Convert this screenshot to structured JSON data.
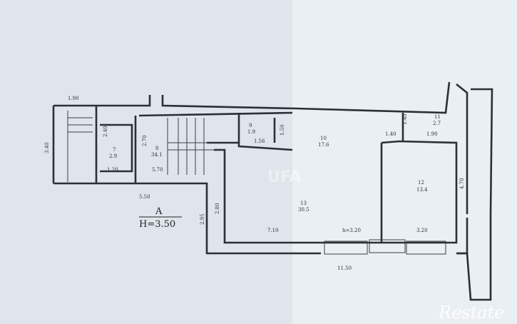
{
  "plan": {
    "section": "A",
    "height": "H=3.50",
    "dims": {
      "d1": "1.90",
      "d2": "3.40",
      "d3": "2.40",
      "d4": "1.20",
      "d5": "2.70",
      "d6": "5.70",
      "d7": "1.50",
      "d8": "1.56",
      "d9": "1.40",
      "d10": "1.40",
      "d11": "1.90",
      "d12": "4.70",
      "d13": "2.80",
      "d14": "2.95",
      "d15": "5.50",
      "d16": "7.10",
      "d17": "h=3.20",
      "d18": "3.20",
      "d19": "11.50"
    },
    "rooms": [
      {
        "num": "7",
        "area": "2.9"
      },
      {
        "num": "8",
        "area": "34.1"
      },
      {
        "num": "9",
        "area": "1.9"
      },
      {
        "num": "10",
        "area": "17.6"
      },
      {
        "num": "11",
        "area": "2.7"
      },
      {
        "num": "12",
        "area": "13.4"
      },
      {
        "num": "13",
        "area": "30.5"
      }
    ]
  },
  "watermark": "UFA",
  "logo": "Restate",
  "colors": {
    "paper": "#dfe5ea",
    "walls": "#2b2f36"
  }
}
